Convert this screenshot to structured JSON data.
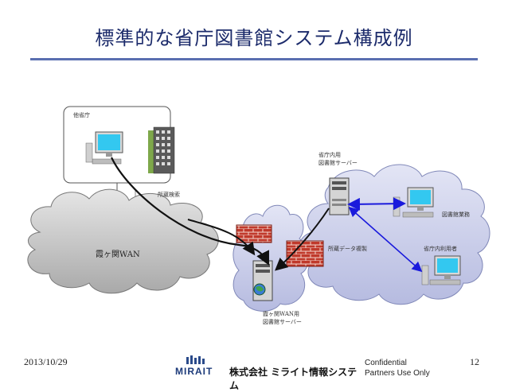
{
  "title": "標準的な省庁図書館システム構成例",
  "labels": {
    "other_ministry": "他省庁",
    "holdings_search": "所蔵検索",
    "kasumigaseki_wan": "霞ヶ関WAN",
    "ministry_internal_1": "省庁内用",
    "ministry_internal_2": "図書館サーバー",
    "library_staff": "図書館業務",
    "holdings_copy": "所蔵データ複製",
    "ministry_user": "省庁内利用者",
    "wan_server_1": "霞ヶ関WAN用",
    "wan_server_2": "図書館サーバー"
  },
  "footer": {
    "date": "2013/10/29",
    "page": "12",
    "confidential_1": "Confidential",
    "confidential_2": "Partners Use Only",
    "logo_word": "MIRAIT",
    "company": "株式会社 ミライト情報システム"
  },
  "colors": {
    "title": "#1c2b6b",
    "rule": "#5a6fb0",
    "cloud": "#c8cce8",
    "wan_cloud": "#bdbdbd",
    "link_blue": "#1a1adc",
    "firewall": "#c0392b"
  }
}
